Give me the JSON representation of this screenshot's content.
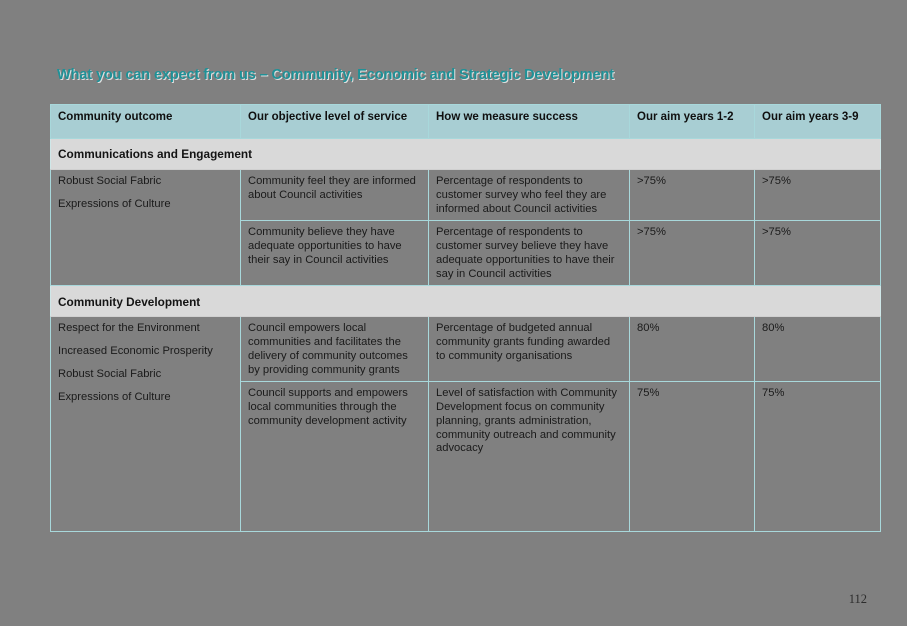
{
  "document": {
    "title": "What you can expect from us – Community, Economic and Strategic Development",
    "title_color": "#1f9197",
    "page_number": "112",
    "background_color": "#808080"
  },
  "table": {
    "headers": [
      "Community outcome",
      "Our objective level of service",
      "How we measure success",
      "Our aim years 1-2",
      "Our aim years 3-9"
    ],
    "header_background": "#a8ced3",
    "section_background": "#d9d9d9",
    "border_color": "#9fd3d7",
    "sections": [
      {
        "name": "Communications and Engagement",
        "outcomes": [
          "Robust Social Fabric",
          "Expressions of Culture"
        ],
        "rows": [
          {
            "objective": "Community feel they are informed about Council activities",
            "measure": "Percentage of respondents to customer survey who feel they are informed about Council activities",
            "aim_1_2": ">75%",
            "aim_3_9": ">75%"
          },
          {
            "objective": "Community believe they have adequate opportunities to have their say in Council activities",
            "measure": "Percentage of respondents to customer survey believe they have adequate opportunities to have their say in Council activities",
            "aim_1_2": ">75%",
            "aim_3_9": ">75%"
          }
        ]
      },
      {
        "name": "Community Development",
        "outcomes": [
          "Respect for the Environment",
          "Increased Economic Prosperity",
          "Robust Social Fabric",
          "Expressions of Culture"
        ],
        "rows": [
          {
            "objective": "Council empowers local communities and facilitates the delivery of community outcomes by providing community grants",
            "measure": "Percentage of budgeted annual community grants funding awarded to community organisations",
            "aim_1_2": "80%",
            "aim_3_9": "80%"
          },
          {
            "objective": "Council supports and empowers local communities through the community development activity",
            "measure": "Level of satisfaction with Community Development focus on community planning, grants administration, community outreach and community advocacy",
            "aim_1_2": "75%",
            "aim_3_9": "75%"
          }
        ]
      }
    ]
  }
}
